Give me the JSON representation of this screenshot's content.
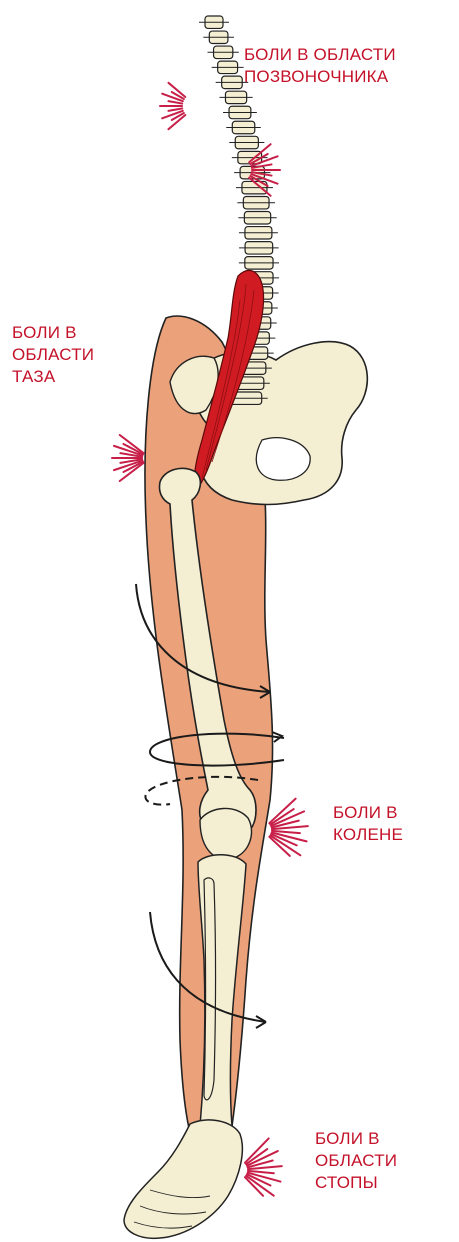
{
  "colors": {
    "label_text": "#c4122a",
    "pain_rays": "#c71f48",
    "muscle": "#d11b22",
    "skin": "#eba27a",
    "bone": "#f4eed2",
    "outline": "#222222",
    "background": "#ffffff"
  },
  "labels": {
    "spine": [
      "БОЛИ В ОБЛАСТИ",
      "ПОЗВОНОЧНИКА"
    ],
    "pelvis": [
      "БОЛИ В",
      "ОБЛАСТИ",
      "ТАЗА"
    ],
    "knee": [
      "БОЛИ В",
      "КОЛЕНЕ"
    ],
    "foot": [
      "БОЛИ В",
      "ОБЛАСТИ",
      "СТОПЫ"
    ]
  }
}
